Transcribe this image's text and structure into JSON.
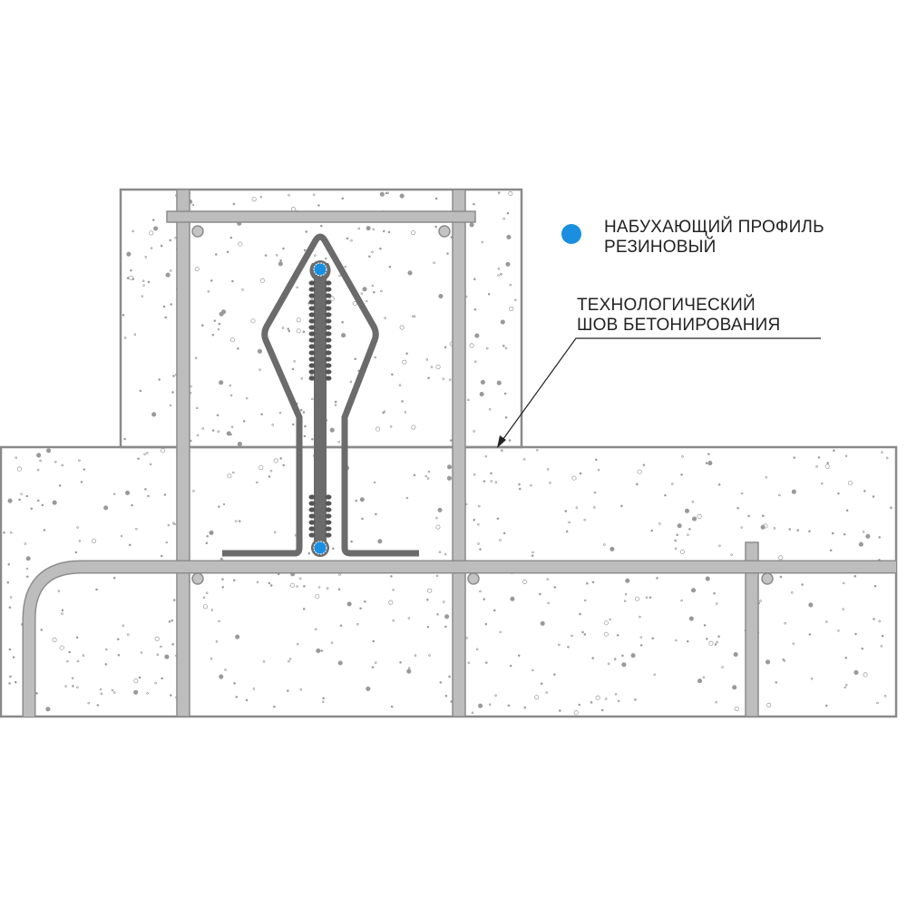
{
  "legend": {
    "profile_line1": "НАБУХАЮЩИЙ ПРОФИЛЬ",
    "profile_line2": "РЕЗИНОВЫЙ",
    "profile_color": "#1a8fe0"
  },
  "callout": {
    "joint_line1": "ТЕХНОЛОГИЧЕСКИЙ",
    "joint_line2": "ШОВ БЕТОНИРОВАНИЯ"
  },
  "colors": {
    "concrete_edge": "#8a8a8a",
    "rebar_fill": "#bdbdbd",
    "rebar_edge": "#8c8c8c",
    "waterstop": "#6b6b6b"
  }
}
